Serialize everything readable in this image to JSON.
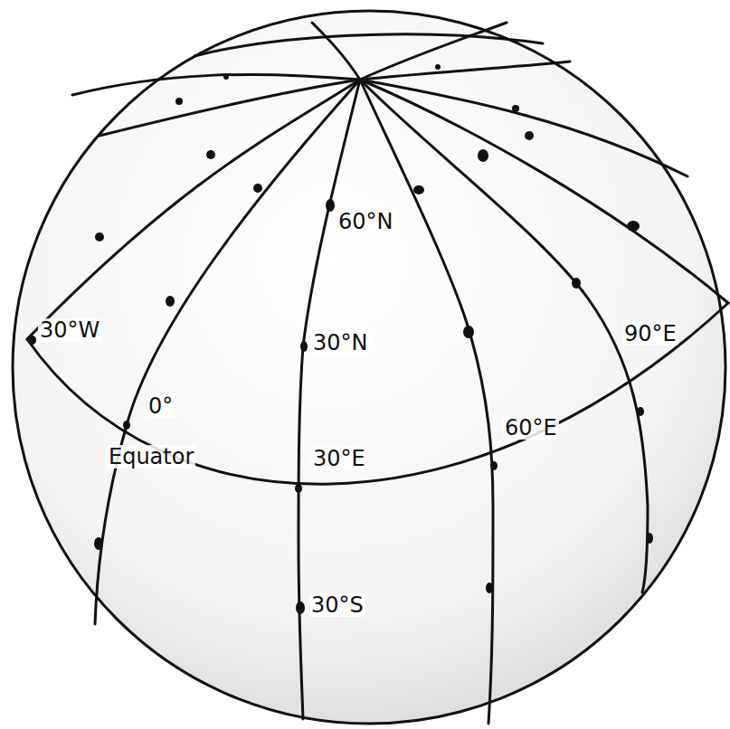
{
  "diagram": {
    "labels": [
      "60°N",
      "30°W",
      "30°N",
      "90°E",
      "0°",
      "60°E",
      "Equator",
      "30°E",
      "30°S"
    ]
  }
}
